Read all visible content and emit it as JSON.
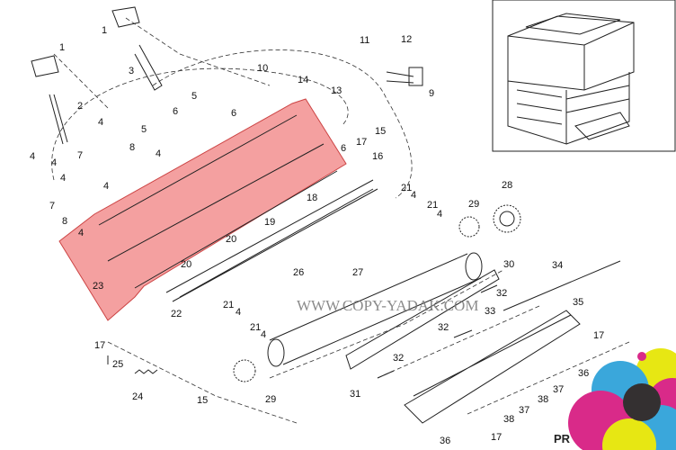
{
  "diagram": {
    "labels": [
      "1",
      "1",
      "3",
      "2",
      "4",
      "5",
      "6",
      "6",
      "5",
      "4",
      "8",
      "4",
      "7",
      "4",
      "4",
      "7",
      "4",
      "8",
      "4",
      "23",
      "20",
      "20",
      "19",
      "26",
      "22",
      "21",
      "4",
      "21",
      "4",
      "17",
      "25",
      "24",
      "15",
      "29",
      "31",
      "27",
      "28",
      "29",
      "30",
      "34",
      "32",
      "35",
      "33",
      "32",
      "32",
      "17",
      "36",
      "37",
      "38",
      "37",
      "38",
      "17",
      "36",
      "16",
      "21",
      "4",
      "21",
      "4",
      "18",
      "6",
      "17",
      "15",
      "13",
      "14",
      "10",
      "11",
      "12",
      "9"
    ],
    "highlight_color": "#f08080",
    "watermark": "WWW.COPY-YADAK.COM",
    "corner_text": "PR"
  }
}
